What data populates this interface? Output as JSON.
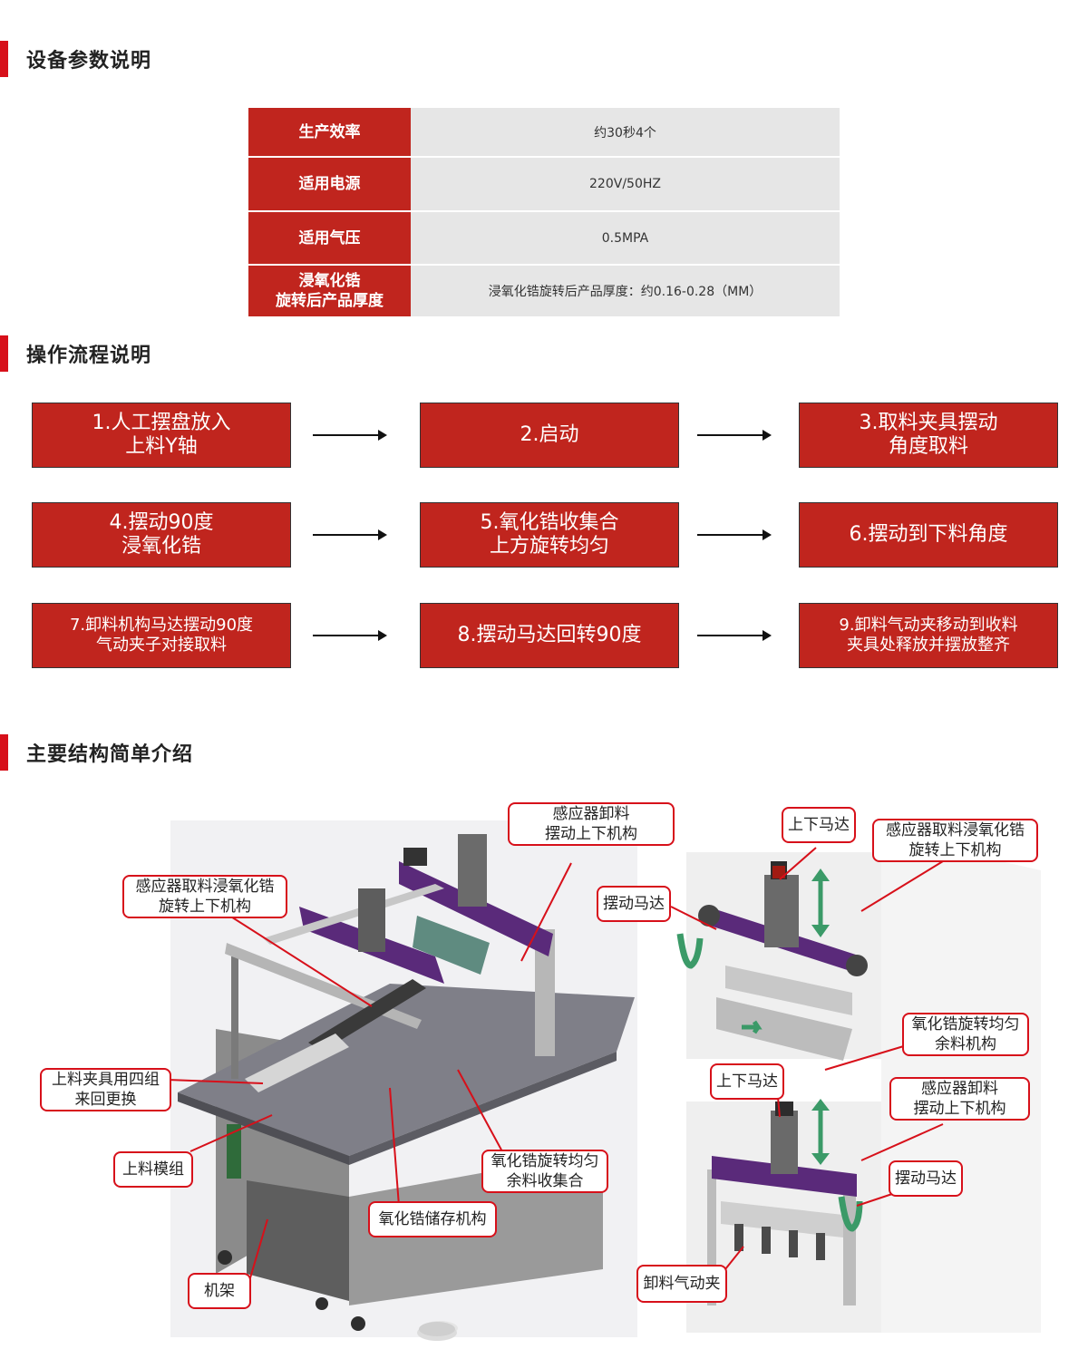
{
  "sections": {
    "params_title": "设备参数说明",
    "flow_title": "操作流程说明",
    "structure_title": "主要结构简单介绍"
  },
  "spec_table": [
    {
      "key": "生产效率",
      "value": "约30秒4个"
    },
    {
      "key": "适用电源",
      "value": "220V/50HZ"
    },
    {
      "key": "适用气压",
      "value": "0.5MPA"
    },
    {
      "key": "浸氧化锆\n旋转后产品厚度",
      "value": "浸氧化锆旋转后产品厚度：约0.16-0.28（MM）"
    }
  ],
  "flow_steps": [
    "1.人工摆盘放入\n上料Y轴",
    "2.启动",
    "3.取料夹具摆动\n角度取料",
    "4.摆动90度\n浸氧化锆",
    "5.氧化锆收集合\n上方旋转均匀",
    "6.摆动到下料角度",
    "7.卸料机构马达摆动90度\n气动夹子对接取料",
    "8.摆动马达回转90度",
    "9.卸料气动夹移动到收料\n夹具处释放并摆放整齐"
  ],
  "callouts": {
    "sensor_unload_swing": "感应器卸料\n摆动上下机构",
    "sensor_pick_dip": "感应器取料浸氧化锆\n旋转上下机构",
    "load_fixture": "上料夹具用四组\n来回更换",
    "load_module": "上料模组",
    "frame": "机架",
    "zirconia_storage": "氧化锆储存机构",
    "zirconia_collect": "氧化锆旋转均匀\n余料收集合",
    "r_updown_motor": "上下马达",
    "r_sensor_pick_dip": "感应器取料浸氧化锆\n旋转上下机构",
    "r_swing_motor": "摆动马达",
    "r_zirconia_rotate": "氧化锆旋转均匀\n余料机构",
    "r2_updown_motor": "上下马达",
    "r2_sensor_unload": "感应器卸料\n摆动上下机构",
    "r2_swing_motor": "摆动马达",
    "r2_unload_clamp": "卸料气动夹"
  }
}
